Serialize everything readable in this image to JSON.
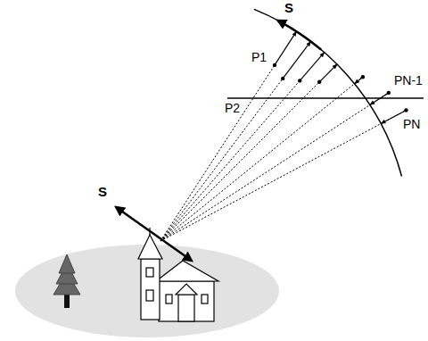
{
  "diagram": {
    "labels": [
      "S",
      "P1",
      "P2",
      "PN-1",
      "PN",
      "S"
    ]
  }
}
